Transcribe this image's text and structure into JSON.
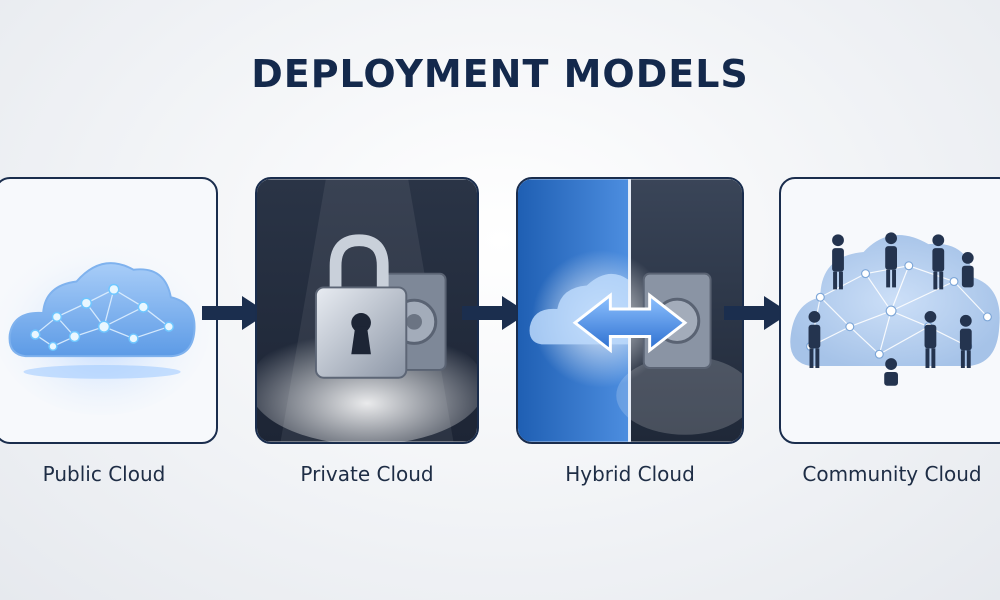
{
  "title": "DEPLOYMENT MODELS",
  "models": [
    {
      "label": "Public Cloud",
      "icon": "network-cloud-icon"
    },
    {
      "label": "Private Cloud",
      "icon": "padlock-vault-icon"
    },
    {
      "label": "Hybrid Cloud",
      "icon": "cloud-vault-exchange-icon"
    },
    {
      "label": "Community Cloud",
      "icon": "people-network-icon"
    }
  ],
  "colors": {
    "title": "#14294c",
    "border": "#1a2d4d",
    "arrow": "#1b2e4e",
    "accent": "#3a78d0"
  }
}
